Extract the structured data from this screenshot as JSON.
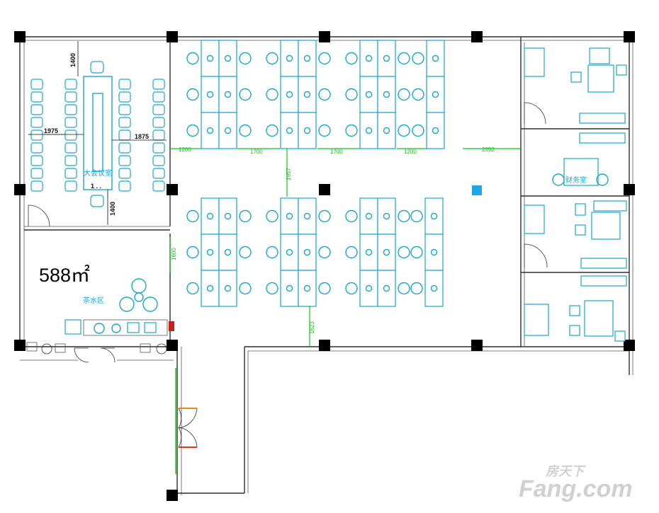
{
  "plan": {
    "area_label": "588㎡",
    "rooms": {
      "conference": "大会议室",
      "tea_area": "茶水区",
      "finance": "财务室"
    },
    "dimensions": {
      "conf_v_top": "1400",
      "conf_left": "1975",
      "conf_right": "1875",
      "conf_v_bottom": "1400",
      "left_gap": "1200",
      "gap_a": "1700",
      "gap_b": "1700",
      "gap_c": "1200",
      "right_gap": "2352",
      "aisle_v": "1957",
      "left_gap2": "1600",
      "bottom_gap": "1623"
    },
    "conf_table_label": "1 . .",
    "colors": {
      "walls": "#2f2f2f",
      "furniture": "#19a7cf",
      "dimensions": "#18c21b",
      "accent_square": "#1ea7e6",
      "door_orange": "#e88a1a",
      "door_red": "#d83a1a"
    }
  },
  "watermark": {
    "brand": "Fang.com",
    "chinese": "房天下"
  }
}
